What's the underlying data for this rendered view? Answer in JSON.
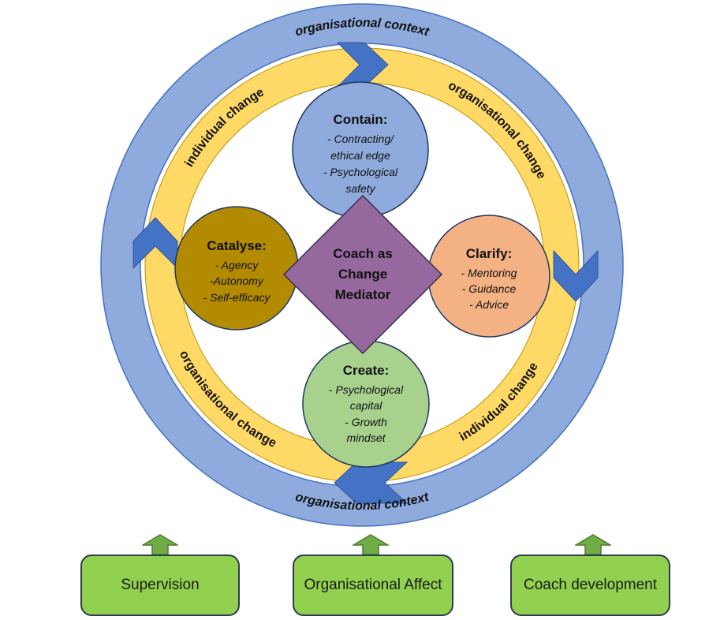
{
  "diagram": {
    "ring_labels": {
      "top_context": "organisational context",
      "bottom_context": "organisational context",
      "top_left": "individual change",
      "top_right": "organisational change",
      "bottom_left": "organisational change",
      "bottom_right": "individual change"
    },
    "center_diamond": {
      "line1": "Coach as",
      "line2": "Change",
      "line3": "Mediator"
    },
    "circles": {
      "contain": {
        "title": "Contain:",
        "line1": "- Contracting/",
        "line2": "ethical edge",
        "line3": "- Psychological",
        "line4": "safety"
      },
      "clarify": {
        "title": "Clarify:",
        "line1": "- Mentoring",
        "line2": "- Guidance",
        "line3": "- Advice"
      },
      "create": {
        "title": "Create:",
        "line1": "- Psychological",
        "line2": "capital",
        "line3": "- Growth",
        "line4": "mindset"
      },
      "catalyse": {
        "title": "Catalyse:",
        "line1": "- Agency",
        "line2": "-Autonomy",
        "line3": "- Self-efficacy"
      }
    },
    "colors": {
      "outer_ring": "#8faadc",
      "outer_ring_border": "#4472c4",
      "middle_ring": "#ffd966",
      "middle_ring_border": "#bf9000",
      "chevron": "#4472c4",
      "chevron_border": "#2f5597",
      "contain_circle": "#8faadc",
      "clarify_circle": "#f4b183",
      "create_circle": "#a9d18e",
      "catalyse_circle": "#b38b00",
      "diamond": "#95699e",
      "diamond_border": "#3a2d4f",
      "node_border": "#1f3864",
      "footer_box": "#92d050",
      "footer_box_border": "#2e3b4e",
      "footer_arrow": "#70ad47",
      "footer_arrow_border": "#4e7b30"
    }
  },
  "footer": {
    "boxes": [
      {
        "label": "Supervision"
      },
      {
        "label": "Organisational Affect"
      },
      {
        "label": "Coach development"
      }
    ]
  }
}
